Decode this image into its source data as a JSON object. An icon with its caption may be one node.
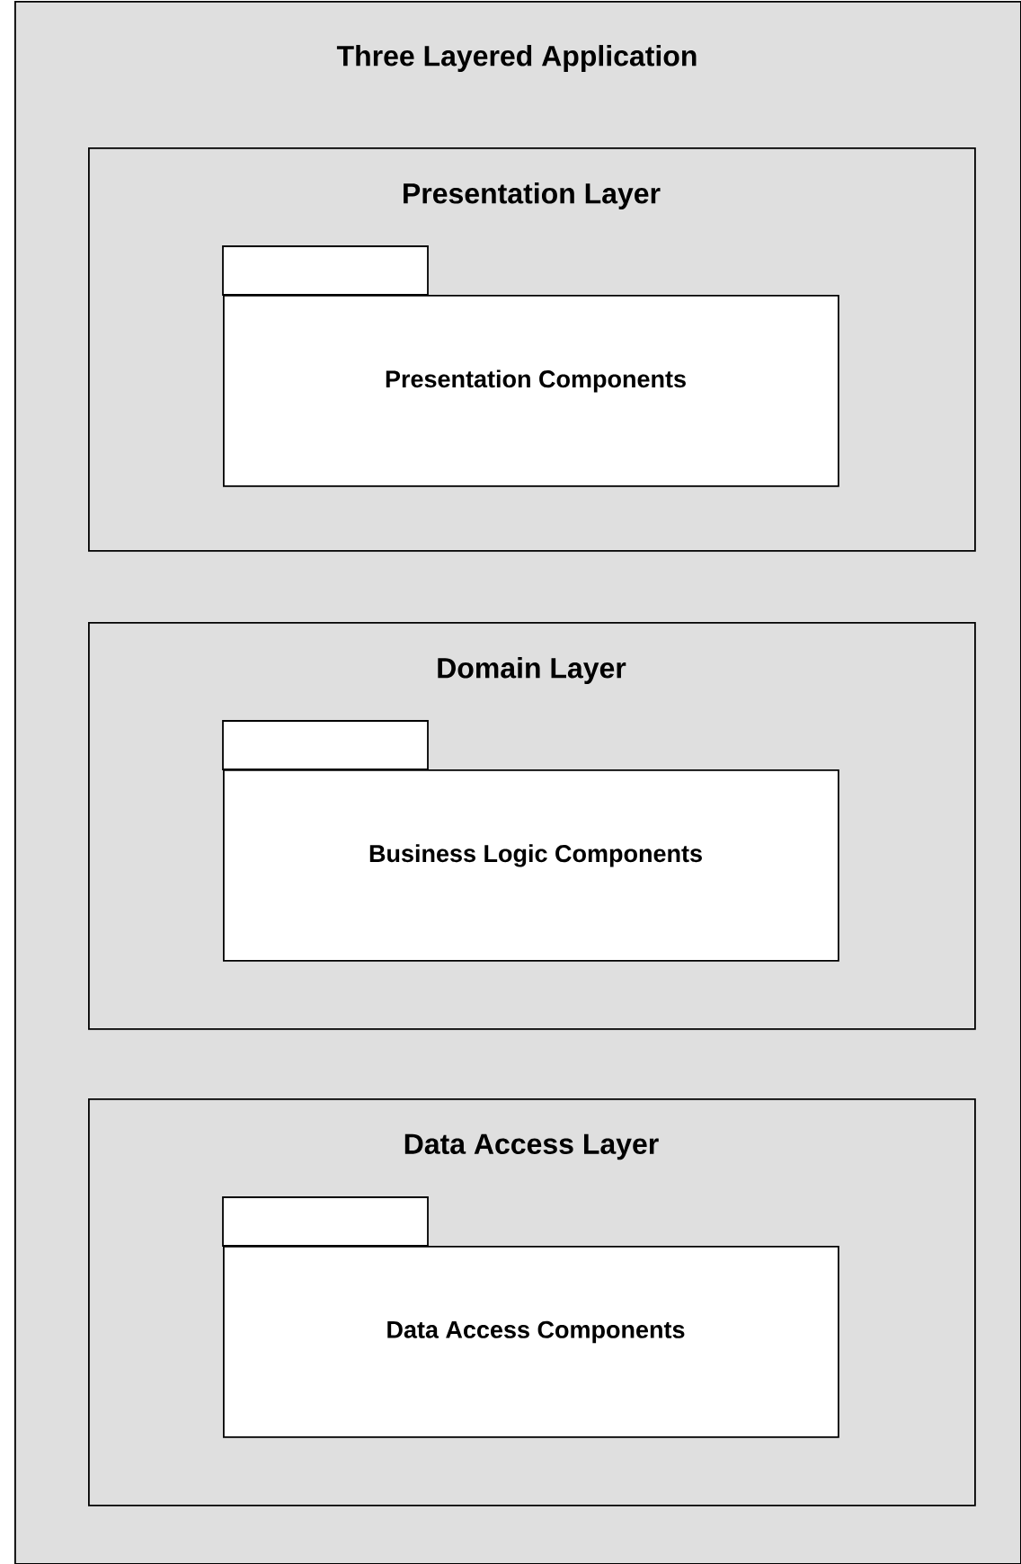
{
  "diagram": {
    "nodes": [
      {
        "text": [
          "Three Layered Application"
        ]
      },
      {
        "text": [
          "Presentation Layer"
        ],
        "in": 0
      },
      {
        "text": [
          "Presentation Components"
        ],
        "in": 1
      },
      {
        "text": [
          "Domain Layer"
        ],
        "in": 0
      },
      {
        "text": [
          "Business Logic Components"
        ],
        "in": 3
      },
      {
        "text": [
          "Data Access Layer"
        ],
        "in": 0
      },
      {
        "text": [
          "Data Access Components"
        ],
        "in": 5
      }
    ]
  }
}
